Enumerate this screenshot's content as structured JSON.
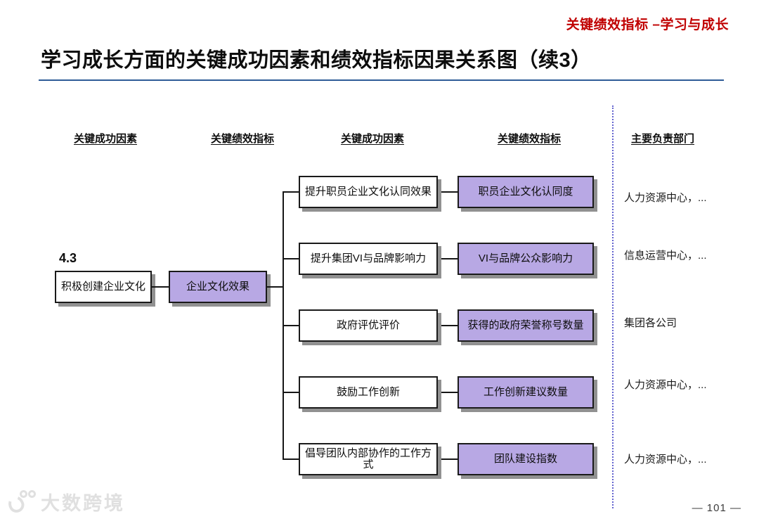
{
  "page": {
    "corner_tag": "关键绩效指标 –学习与成长",
    "title": "学习成长方面的关键成功因素和绩效指标因果关系图（续3）",
    "page_number": "— 101 —",
    "watermark_text": "大数跨境"
  },
  "colors": {
    "accent_red": "#c00000",
    "title_rule_blue": "#2e5b97",
    "kpi_fill_purple": "#b8a8e4",
    "box_border": "#1a1a1a",
    "shadow_gray": "#919191",
    "separator_blue": "#6363cf"
  },
  "columns": [
    {
      "label": "关键成功因素"
    },
    {
      "label": "关键绩效指标"
    },
    {
      "label": "关键成功因素"
    },
    {
      "label": "关键绩效指标"
    },
    {
      "label": "主要负责部门"
    }
  ],
  "diagram": {
    "section_number": "4.3",
    "root_csf": "积极创建企业文化",
    "root_kpi": "企业文化效果",
    "rows": [
      {
        "csf": "提升职员企业文化认同效果",
        "kpi": "职员企业文化认同度",
        "department": "人力资源中心，..."
      },
      {
        "csf": "提升集团VI与品牌影响力",
        "kpi": "VI与品牌公众影响力",
        "department": "信息运营中心，..."
      },
      {
        "csf": "政府评优评价",
        "kpi": "获得的政府荣誉称号数量",
        "department": "集团各公司"
      },
      {
        "csf": "鼓励工作创新",
        "kpi": "工作创新建议数量",
        "department": "人力资源中心，..."
      },
      {
        "csf": "倡导团队内部协作的工作方式",
        "kpi": "团队建设指数",
        "department": "人力资源中心，..."
      }
    ]
  }
}
